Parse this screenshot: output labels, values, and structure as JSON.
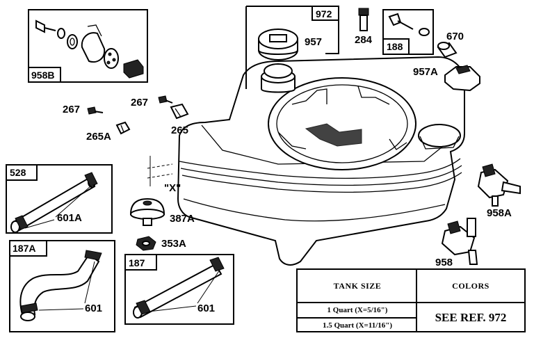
{
  "boxes": {
    "carb_kit": "958B",
    "tank_cap": "972",
    "bolt_kit": "188",
    "hose_528": "528",
    "hose_187A": "187A",
    "hose_187": "187"
  },
  "labels": {
    "cap": "957",
    "fitting": "284",
    "bushing": "670",
    "shutoff_cap": "957A",
    "screw_left": "267",
    "screw_mid": "267",
    "clip_left": "265A",
    "clip_mid": "265",
    "x_mark": "\"X\"",
    "clamp_528": "601A",
    "filter": "387A",
    "nut": "353A",
    "clamp_187A": "601",
    "clamp_187": "601",
    "valve_upper": "958A",
    "valve_lower": "958"
  },
  "table": {
    "header_size": "TANK SIZE",
    "header_colors": "COLORS",
    "row1": "1 Quart (X=5/16\")",
    "row2": "1.5 Quart (X=11/16\")",
    "ref": "SEE REF. 972"
  }
}
